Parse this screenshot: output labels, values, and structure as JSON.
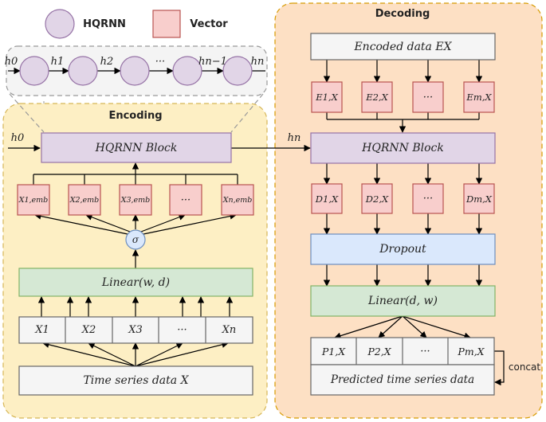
{
  "legend": {
    "hqrnn": "HQRNN",
    "vector": "Vector"
  },
  "panels": {
    "encoding_title": "Encoding",
    "decoding_title": "Decoding"
  },
  "chain": {
    "states": [
      "h0",
      "h1",
      "h2",
      "···",
      "hn−1",
      "hn"
    ]
  },
  "encoding": {
    "h0_label": "h0",
    "block": "HQRNN Block",
    "embeddings": [
      "X1,emb",
      "X2,emb",
      "X3,emb",
      "···",
      "Xn,emb"
    ],
    "sigma": "σ",
    "linear": "Linear(w, d)",
    "inputs": [
      "X1",
      "X2",
      "X3",
      "···",
      "Xn"
    ],
    "source": "Time series data X"
  },
  "decoding": {
    "hn_label": "hn",
    "encoded": "Encoded data EX",
    "encoded_vectors": [
      "E1,X",
      "E2,X",
      "···",
      "Em,X"
    ],
    "block": "HQRNN Block",
    "decoded_vectors": [
      "D1,X",
      "D2,X",
      "···",
      "Dm,X"
    ],
    "dropout": "Dropout",
    "linear": "Linear(d, w)",
    "predictions": [
      "P1,X",
      "P2,X",
      "···",
      "Pm,X"
    ],
    "predicted": "Predicted time series data",
    "concat": "concat"
  },
  "colors": {
    "encoding_panel": "#fdefc4",
    "encoding_border": "#d6b656",
    "decoding_panel": "#fde0c4",
    "decoding_border": "#d79b00",
    "hqrnn_node": "#e1d5e7",
    "hqrnn_border": "#9673a6",
    "vector_fill": "#f8cecc",
    "vector_border": "#b85450",
    "linear_fill": "#d5e8d4",
    "linear_border": "#82b366",
    "dropout_fill": "#dae8fc",
    "dropout_border": "#6c8ebf",
    "gray_fill": "#f5f5f5",
    "gray_border": "#666666"
  }
}
